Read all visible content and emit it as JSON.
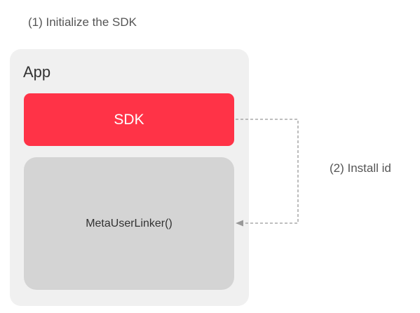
{
  "steps": {
    "step1": "(1) Initialize the SDK",
    "step2": "(2) Install id"
  },
  "app": {
    "label": "App",
    "sdk_label": "SDK",
    "linker_label": "MetaUserLinker()"
  },
  "colors": {
    "sdk_fill": "#ff3347",
    "app_fill": "#f0f0f0",
    "linker_fill": "#d4d4d4",
    "connector": "#999999",
    "caption_text": "#555555"
  }
}
